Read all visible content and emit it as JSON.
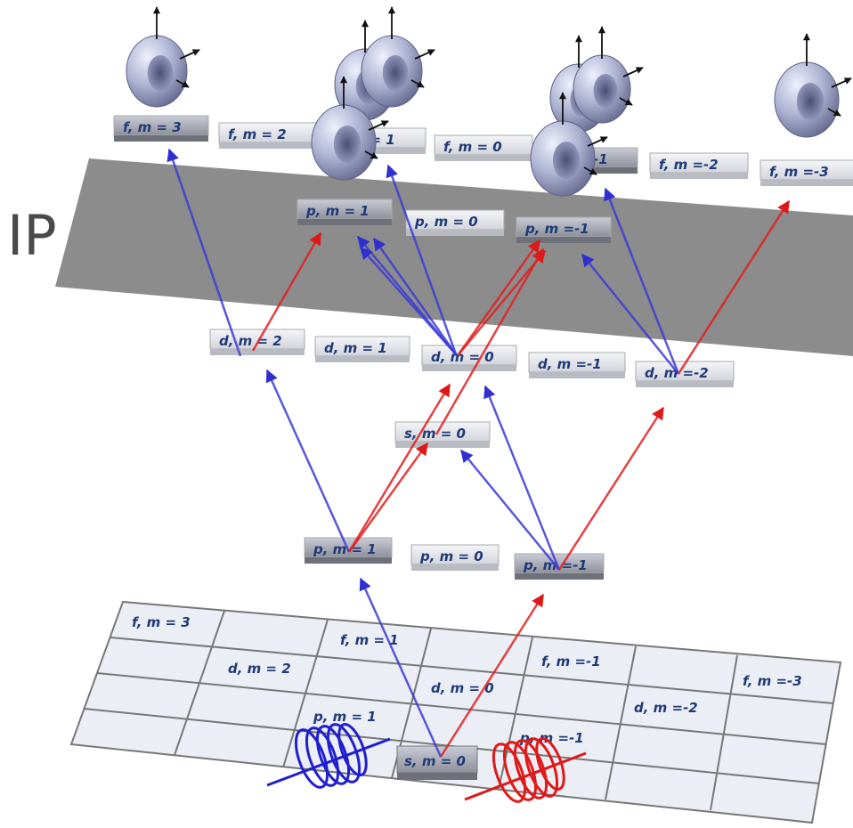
{
  "ip_label": "IP",
  "levels": {
    "f": [
      "f, m = 3",
      "f, m = 2",
      "f, m = 1",
      "f, m = 0",
      "f, m =-1",
      "f, m =-2",
      "f, m =-3"
    ],
    "p_upper": [
      "p, m = 1",
      "p, m = 0",
      "p, m =-1"
    ],
    "d": [
      "d, m = 2",
      "d, m = 1",
      "d, m = 0",
      "d, m =-1",
      "d, m =-2"
    ],
    "s": [
      "s, m = 0"
    ],
    "p_lower": [
      "p, m = 1",
      "p, m = 0",
      "p, m =-1"
    ]
  },
  "grid": {
    "f3": "f, m = 3",
    "f1": "f, m = 1",
    "fm1": "f, m =-1",
    "fm3": "f, m =-3",
    "d2": "d, m = 2",
    "d0": "d, m = 0",
    "dm2": "d, m =-2",
    "p1": "p, m = 1",
    "pm1": "p, m =-1",
    "s0": "s, m = 0"
  },
  "colors": {
    "blue_arrow": "#3b3bd6",
    "red_arrow": "#e02020",
    "ip_plane": "#8c8c8c",
    "grid_plane": "#eceef6",
    "label_text": "#1f3a78",
    "torus": "#b8bdd9"
  },
  "icons": [
    "torus-orbital-icon",
    "blue-helix-icon",
    "red-helix-icon"
  ]
}
